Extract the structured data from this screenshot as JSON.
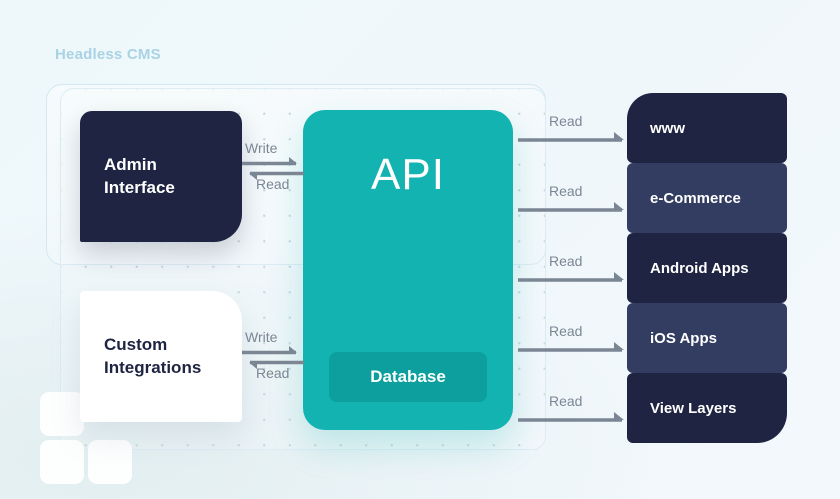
{
  "diagram": {
    "title": "Headless CMS",
    "background_color": "#eef7fb",
    "accent_color": "#12b3b1",
    "dark_color": "#1e2442"
  },
  "sources": [
    {
      "id": "admin",
      "label_line1": "Admin",
      "label_line2": "Interface",
      "write_label": "Write",
      "read_label": "Read"
    },
    {
      "id": "custom",
      "label_line1": "Custom",
      "label_line2": "Integrations",
      "write_label": "Write",
      "read_label": "Read"
    }
  ],
  "core": {
    "title": "API",
    "database_label": "Database"
  },
  "channels": [
    {
      "label": "www",
      "arrow_label": "Read",
      "style": "dark"
    },
    {
      "label": "e-Commerce",
      "arrow_label": "Read",
      "style": "light"
    },
    {
      "label": "Android Apps",
      "arrow_label": "Read",
      "style": "dark"
    },
    {
      "label": "iOS Apps",
      "arrow_label": "Read",
      "style": "light"
    },
    {
      "label": "View Layers",
      "arrow_label": "Read",
      "style": "dark"
    }
  ]
}
